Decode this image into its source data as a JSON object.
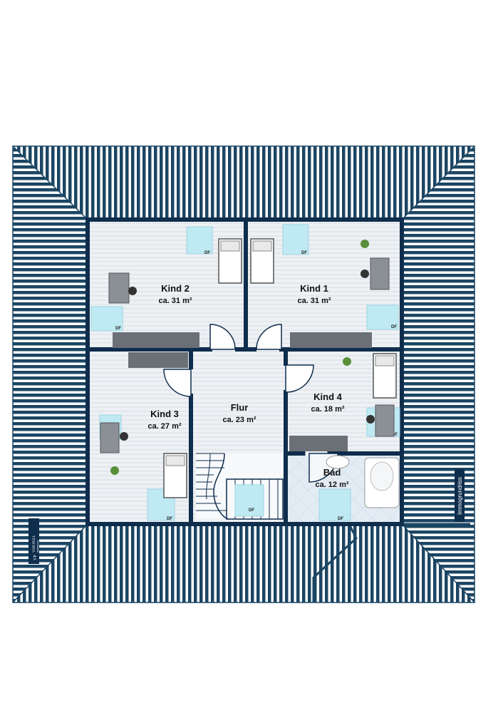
{
  "colors": {
    "wall": "#0f2d4c",
    "roof_stripe": "#1b4563",
    "floor": "#eef1f4",
    "window": "#bfeaf3",
    "bath_tile": "#dfe9f2"
  },
  "rooms": [
    {
      "name": "Kind 2",
      "area": "ca. 31 m²"
    },
    {
      "name": "Kind 1",
      "area": "ca. 31 m²"
    },
    {
      "name": "Flur",
      "area": "ca. 23 m²"
    },
    {
      "name": "Kind 4",
      "area": "ca. 18 m²"
    },
    {
      "name": "Kind 3",
      "area": "ca. 27 m²"
    },
    {
      "name": "Bad",
      "area": "ca. 12 m²"
    }
  ],
  "window_label": "DF",
  "side_label": "Immogrundriss",
  "logo": {
    "mark": "VP",
    "name": "VON POLL",
    "sub": "IMMOBILIEN"
  }
}
